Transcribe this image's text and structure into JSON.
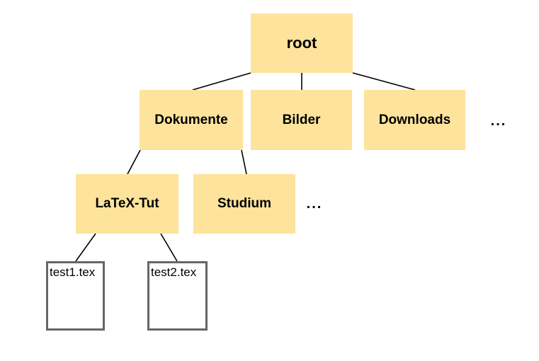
{
  "diagram": {
    "type": "file-system-tree",
    "nodes": {
      "root": "root",
      "dokumente": "Dokumente",
      "bilder": "Bilder",
      "downloads": "Downloads",
      "latex_tut": "LaTeX-Tut",
      "studium": "Studium",
      "test1": "test1.tex",
      "test2": "test2.tex"
    },
    "ellipsis": {
      "level1": "...",
      "level2": "..."
    },
    "edges": [
      {
        "from": "root",
        "to": "Dokumente"
      },
      {
        "from": "root",
        "to": "Bilder"
      },
      {
        "from": "root",
        "to": "Downloads"
      },
      {
        "from": "Dokumente",
        "to": "LaTeX-Tut"
      },
      {
        "from": "Dokumente",
        "to": "Studium"
      },
      {
        "from": "LaTeX-Tut",
        "to": "test1.tex"
      },
      {
        "from": "LaTeX-Tut",
        "to": "test2.tex"
      }
    ],
    "colors": {
      "folder_fill": "#FDE39C",
      "file_border": "#666666",
      "connector": "#000000",
      "text": "#000000",
      "background": "#FFFFFF"
    }
  }
}
